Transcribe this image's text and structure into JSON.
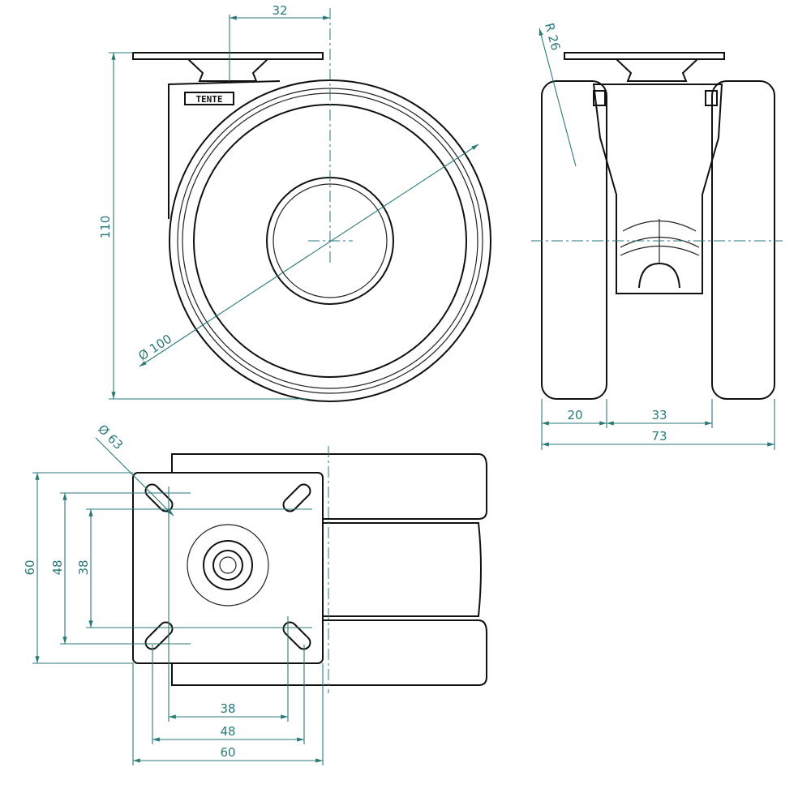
{
  "drawing": {
    "logo_text": "TENTE",
    "colors": {
      "line": "#111111",
      "dimension": "#2a7a78"
    },
    "front_view": {
      "plate_offset": "32",
      "height": "110",
      "wheel_diameter": "Ø 100"
    },
    "side_view": {
      "radius": "R 26",
      "wheel_width": "20",
      "wheel_gap": "33",
      "overall_width": "73"
    },
    "top_view": {
      "bolt_circle": "Ø 63",
      "vertical": {
        "plate": "60",
        "outer_holes": "48",
        "inner_holes": "38"
      },
      "horizontal": {
        "inner_holes": "38",
        "outer_holes": "48",
        "plate": "60"
      }
    }
  }
}
